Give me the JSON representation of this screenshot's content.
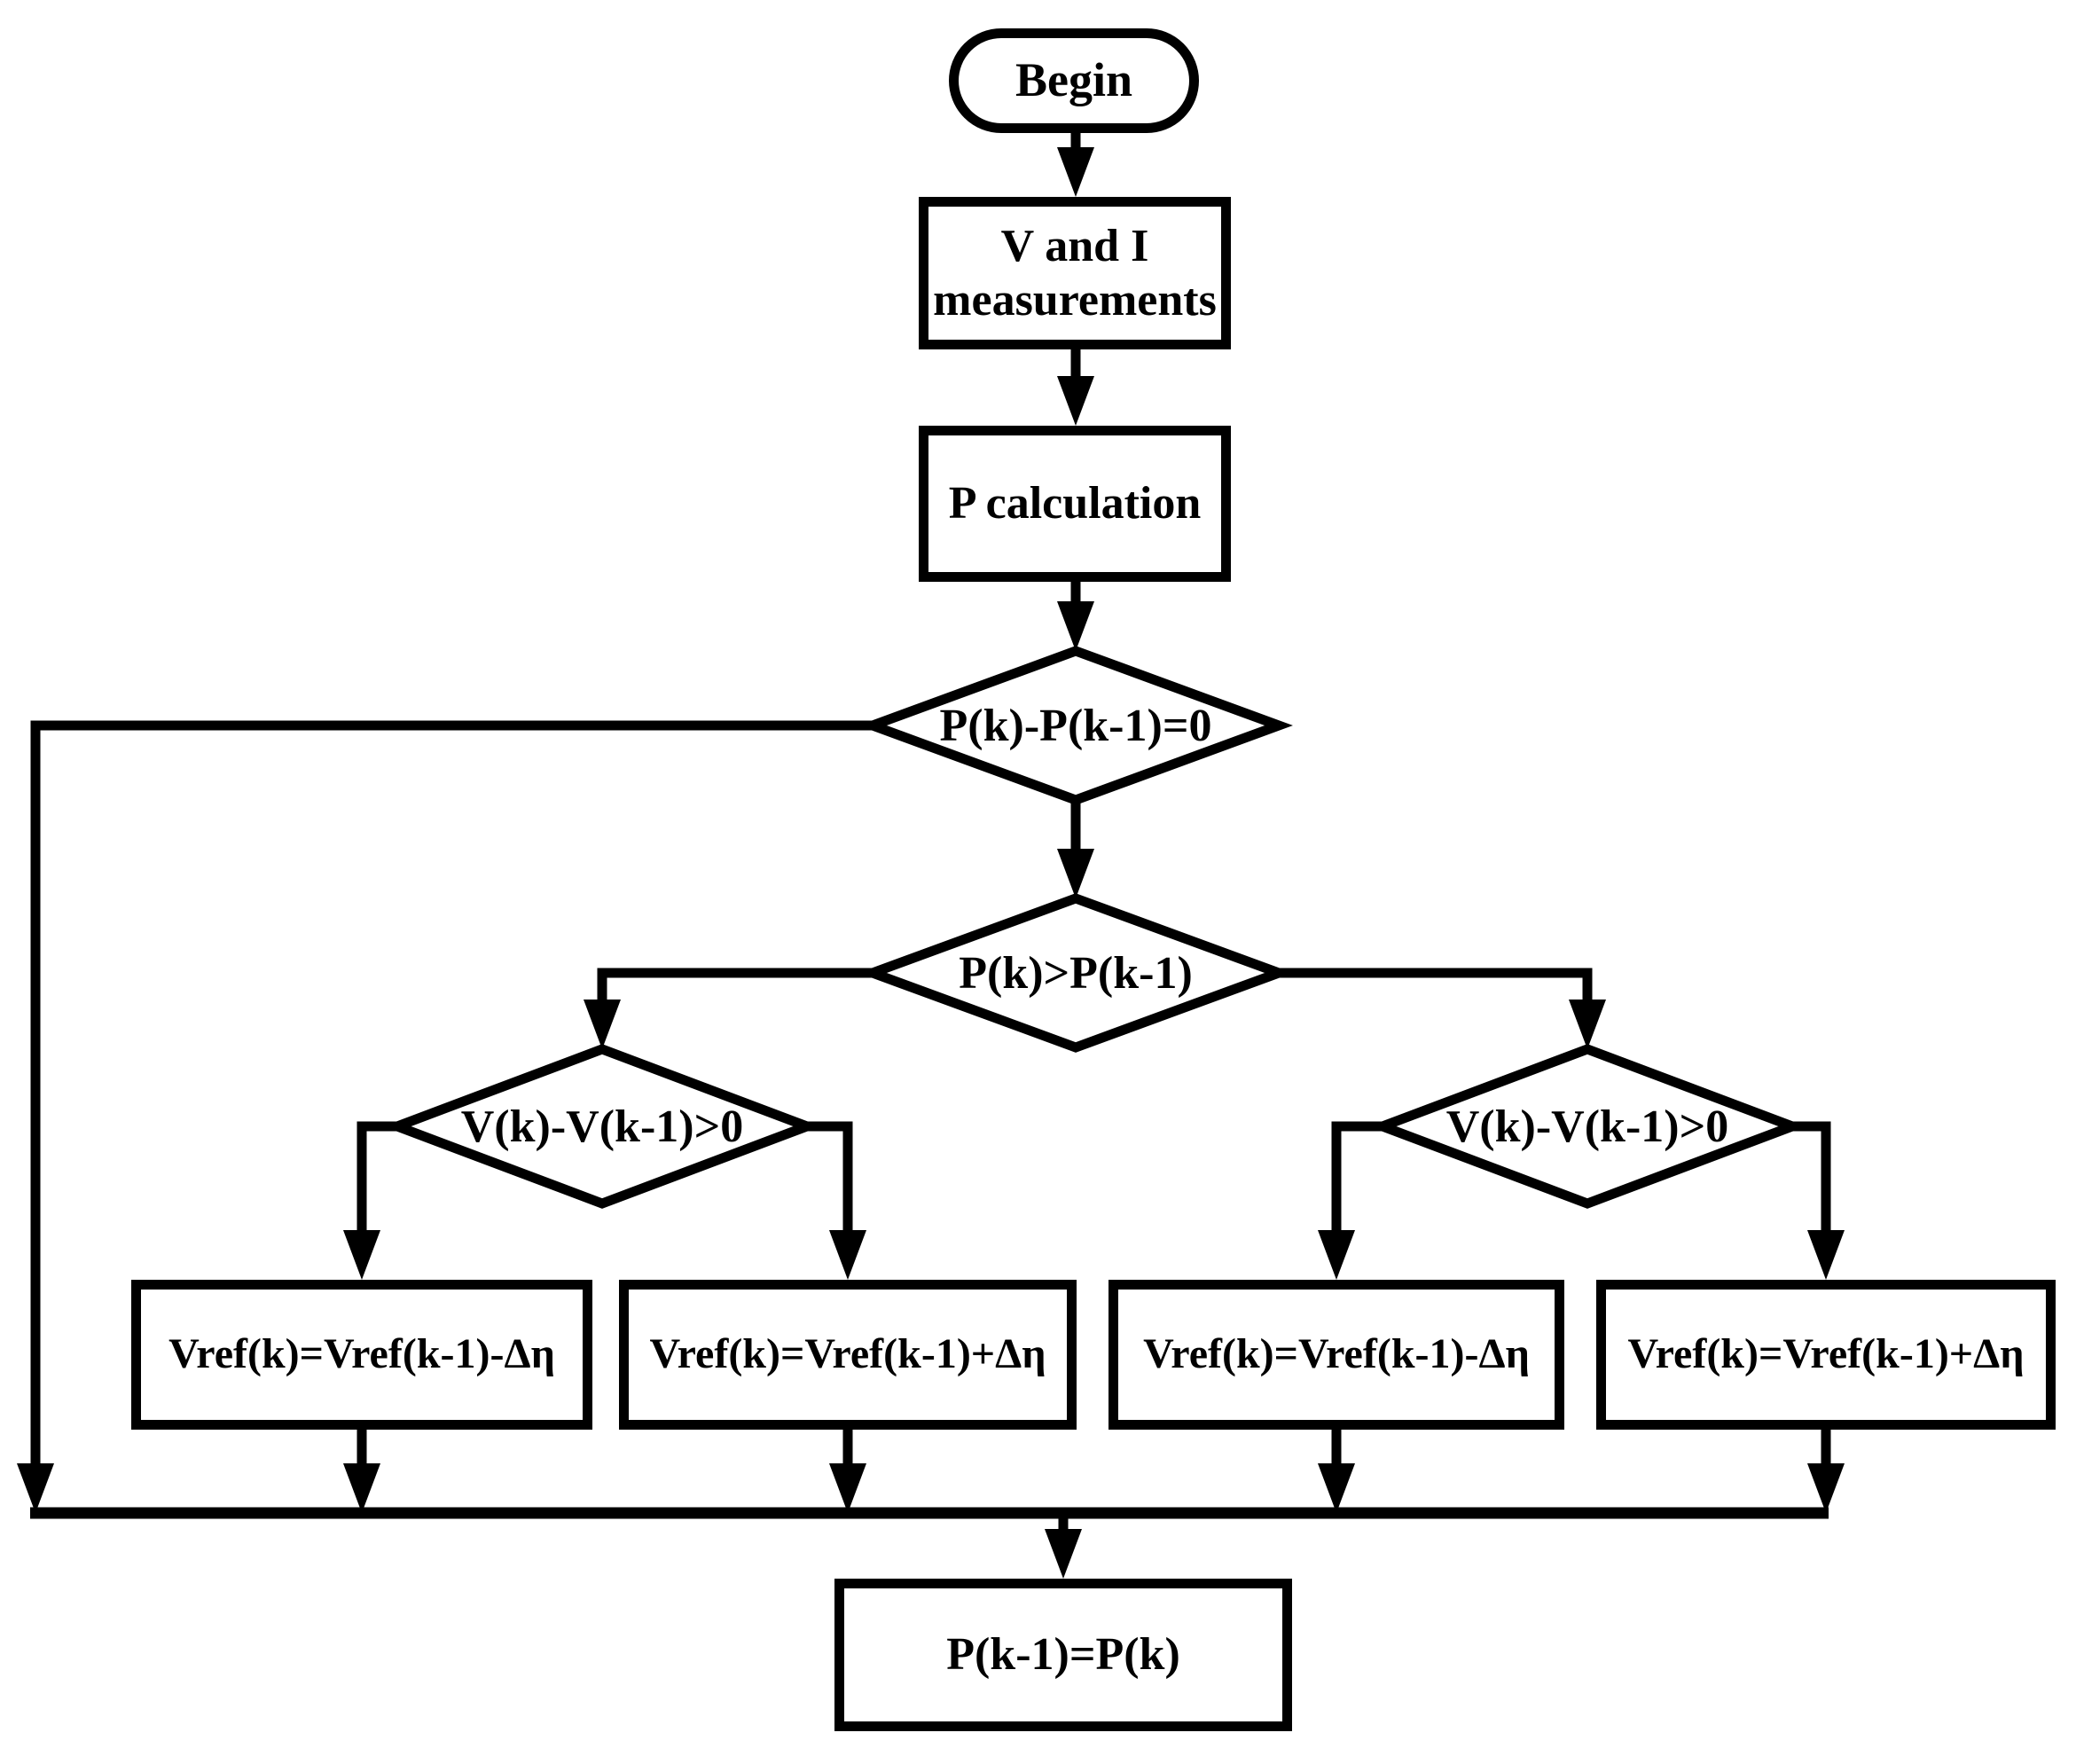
{
  "diagram": {
    "type": "flowchart",
    "description": "Perturb and observe style MPPT algorithm flowchart",
    "colors": {
      "background": "#ffffff",
      "stroke": "#000000",
      "shape_fill": "#ffffff",
      "text": "#000000"
    }
  },
  "nodes": {
    "begin": {
      "type": "terminator",
      "label": "Begin"
    },
    "measure": {
      "type": "process",
      "label": "V and I measurements",
      "lines": [
        "V and I",
        "measurements"
      ]
    },
    "p_calc": {
      "type": "process",
      "label": "P calculation"
    },
    "d_power_equal": {
      "type": "decision",
      "label": "P(k)-P(k-1)=0"
    },
    "d_power_greater": {
      "type": "decision",
      "label": "P(k)>P(k-1)"
    },
    "d_voltage_left": {
      "type": "decision",
      "label": "V(k)-V(k-1)>0"
    },
    "d_voltage_right": {
      "type": "decision",
      "label": "V(k)-V(k-1)>0"
    },
    "vref_dec_left": {
      "type": "process",
      "label": "Vref(k)=Vref(k-1)-Δη"
    },
    "vref_inc_left": {
      "type": "process",
      "label": "Vref(k)=Vref(k-1)+Δη"
    },
    "vref_dec_right": {
      "type": "process",
      "label": "Vref(k)=Vref(k-1)-Δη"
    },
    "vref_inc_right": {
      "type": "process",
      "label": "Vref(k)=Vref(k-1)+Δη"
    },
    "p_update": {
      "type": "process",
      "label": "P(k-1)=P(k)"
    }
  },
  "edges": [
    {
      "from": "begin",
      "to": "measure"
    },
    {
      "from": "measure",
      "to": "p_calc"
    },
    {
      "from": "p_calc",
      "to": "d_power_equal"
    },
    {
      "from": "d_power_equal",
      "to": "merge_bus",
      "route": "left side loop-back"
    },
    {
      "from": "d_power_equal",
      "to": "d_power_greater"
    },
    {
      "from": "d_power_greater",
      "to": "d_voltage_left",
      "route": "left branch"
    },
    {
      "from": "d_power_greater",
      "to": "d_voltage_right",
      "route": "right branch"
    },
    {
      "from": "d_voltage_left",
      "to": "vref_dec_left",
      "route": "left branch"
    },
    {
      "from": "d_voltage_left",
      "to": "vref_inc_left",
      "route": "right branch"
    },
    {
      "from": "d_voltage_right",
      "to": "vref_dec_right",
      "route": "left branch"
    },
    {
      "from": "d_voltage_right",
      "to": "vref_inc_right",
      "route": "right branch"
    },
    {
      "from": "vref_dec_left",
      "to": "merge_bus"
    },
    {
      "from": "vref_inc_left",
      "to": "merge_bus"
    },
    {
      "from": "vref_dec_right",
      "to": "merge_bus"
    },
    {
      "from": "vref_inc_right",
      "to": "merge_bus"
    },
    {
      "from": "merge_bus",
      "to": "p_update"
    }
  ]
}
